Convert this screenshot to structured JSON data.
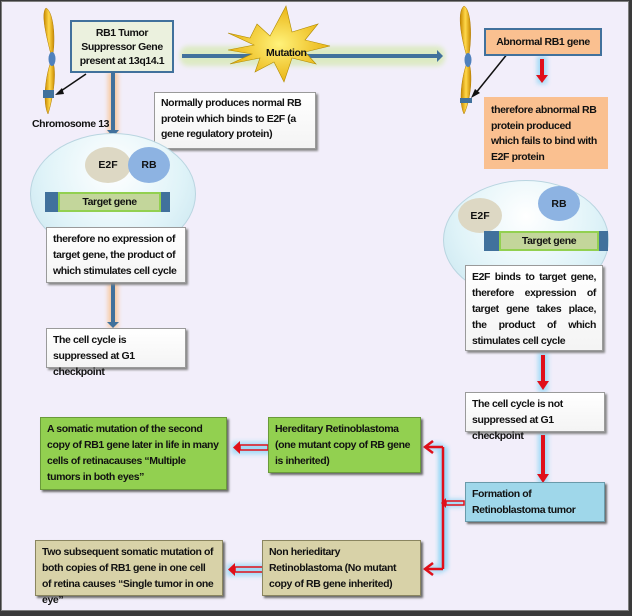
{
  "diagram": {
    "chromosome_label": "Chromosome 13",
    "rb1_gene_box": "RB1 Tumor Suppressor Gene present at 13q14.1",
    "mutation_label": "Mutation",
    "abnormal_gene_box": "Abnormal RB1 gene",
    "normal_produces_box": "Normally produces normal RB protein which binds to E2F (a gene regulatory protein)",
    "abnormal_produces_box": "therefore abnormal RB protein produced which fails to bind with E2F protein",
    "left_cell": {
      "e2f": "E2F",
      "rb": "RB",
      "target_gene": "Target gene",
      "description": "therefore no expression of target gene, the product of which stimulates cell cycle"
    },
    "right_cell": {
      "e2f": "E2F",
      "rb": "RB",
      "target_gene": "Target gene",
      "description": "E2F binds to target gene, therefore expression of target gene takes place, the product of which stimulates cell cycle"
    },
    "cell_cycle_suppressed": "The cell cycle is suppressed at G1 checkpoint",
    "cell_cycle_not_suppressed": "The cell cycle is not suppressed at G1 checkpoint",
    "formation_tumor": "Formation of Retinoblastoma tumor",
    "hereditary": "Hereditary Retinoblastoma (one mutant copy of RB gene is inherited)",
    "non_hereditary": "Non herieditary Retinoblastoma (No mutant copy of RB gene inherited)",
    "hereditary_outcome": "A somatic mutation of the second copy of RB1 gene later in life  in many cells of retinacauses “Multiple tumors in both eyes”",
    "non_hereditary_outcome": "Two subsequent somatic mutation of both copies of RB1 gene in one cell of retina causes “Single tumor in one eye”"
  },
  "colors": {
    "background": "#f2eefa",
    "chromosome": "#f5b800",
    "arrow_blue": "#41719c",
    "arrow_red": "#e0101a",
    "green_box": "#92d050",
    "tan_box": "#d8d2a8",
    "salmon_box": "#fac090",
    "blue_box": "#9fd7ea",
    "starburst": "#ffd21a"
  }
}
